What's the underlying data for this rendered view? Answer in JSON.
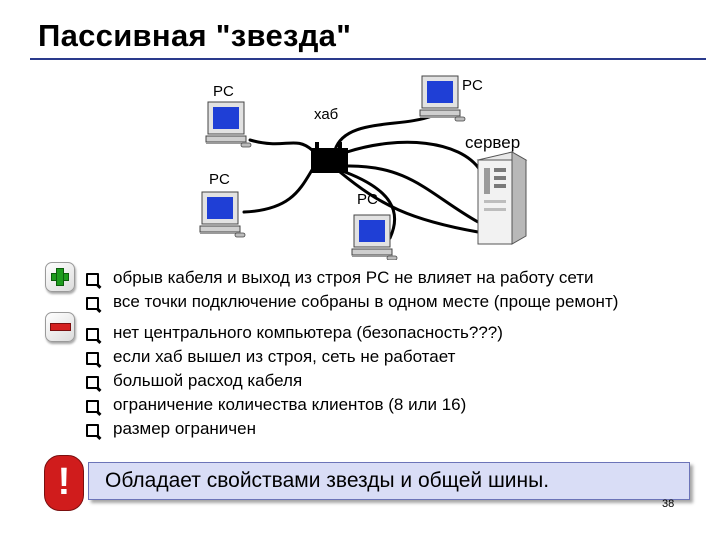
{
  "title": "Пассивная \"звезда\"",
  "diagram": {
    "labels": {
      "pc_top_left": "PC",
      "pc_top_right": "PC",
      "hub": "хаб",
      "server": "сервер",
      "pc_mid_left": "PC",
      "pc_bottom": "PC"
    }
  },
  "pros": [
    "обрыв кабеля и выход из строя PC не влияет на работу сети",
    "все точки подключение собраны в одном месте (проще ремонт)"
  ],
  "cons": [
    "нет центрального компьютера (безопасность???)",
    "если хаб вышел из строя, сеть не работает",
    "большой расход кабеля",
    "ограничение количества клиентов (8 или 16)",
    "размер ограничен"
  ],
  "note": {
    "text": "Обладает свойствами звезды и общей шины.",
    "symbol": "!"
  },
  "icons": {
    "pros": "plus-icon",
    "cons": "minus-icon",
    "note": "exclamation-icon"
  },
  "colors": {
    "title_rule": "#2a3a8c",
    "note_bg": "#d9ddf6",
    "plus": "#1e9c1e",
    "minus": "#d42020",
    "exclamation": "#d01c1c",
    "monitor_screen": "#1f3fd6"
  },
  "page_number": "38"
}
